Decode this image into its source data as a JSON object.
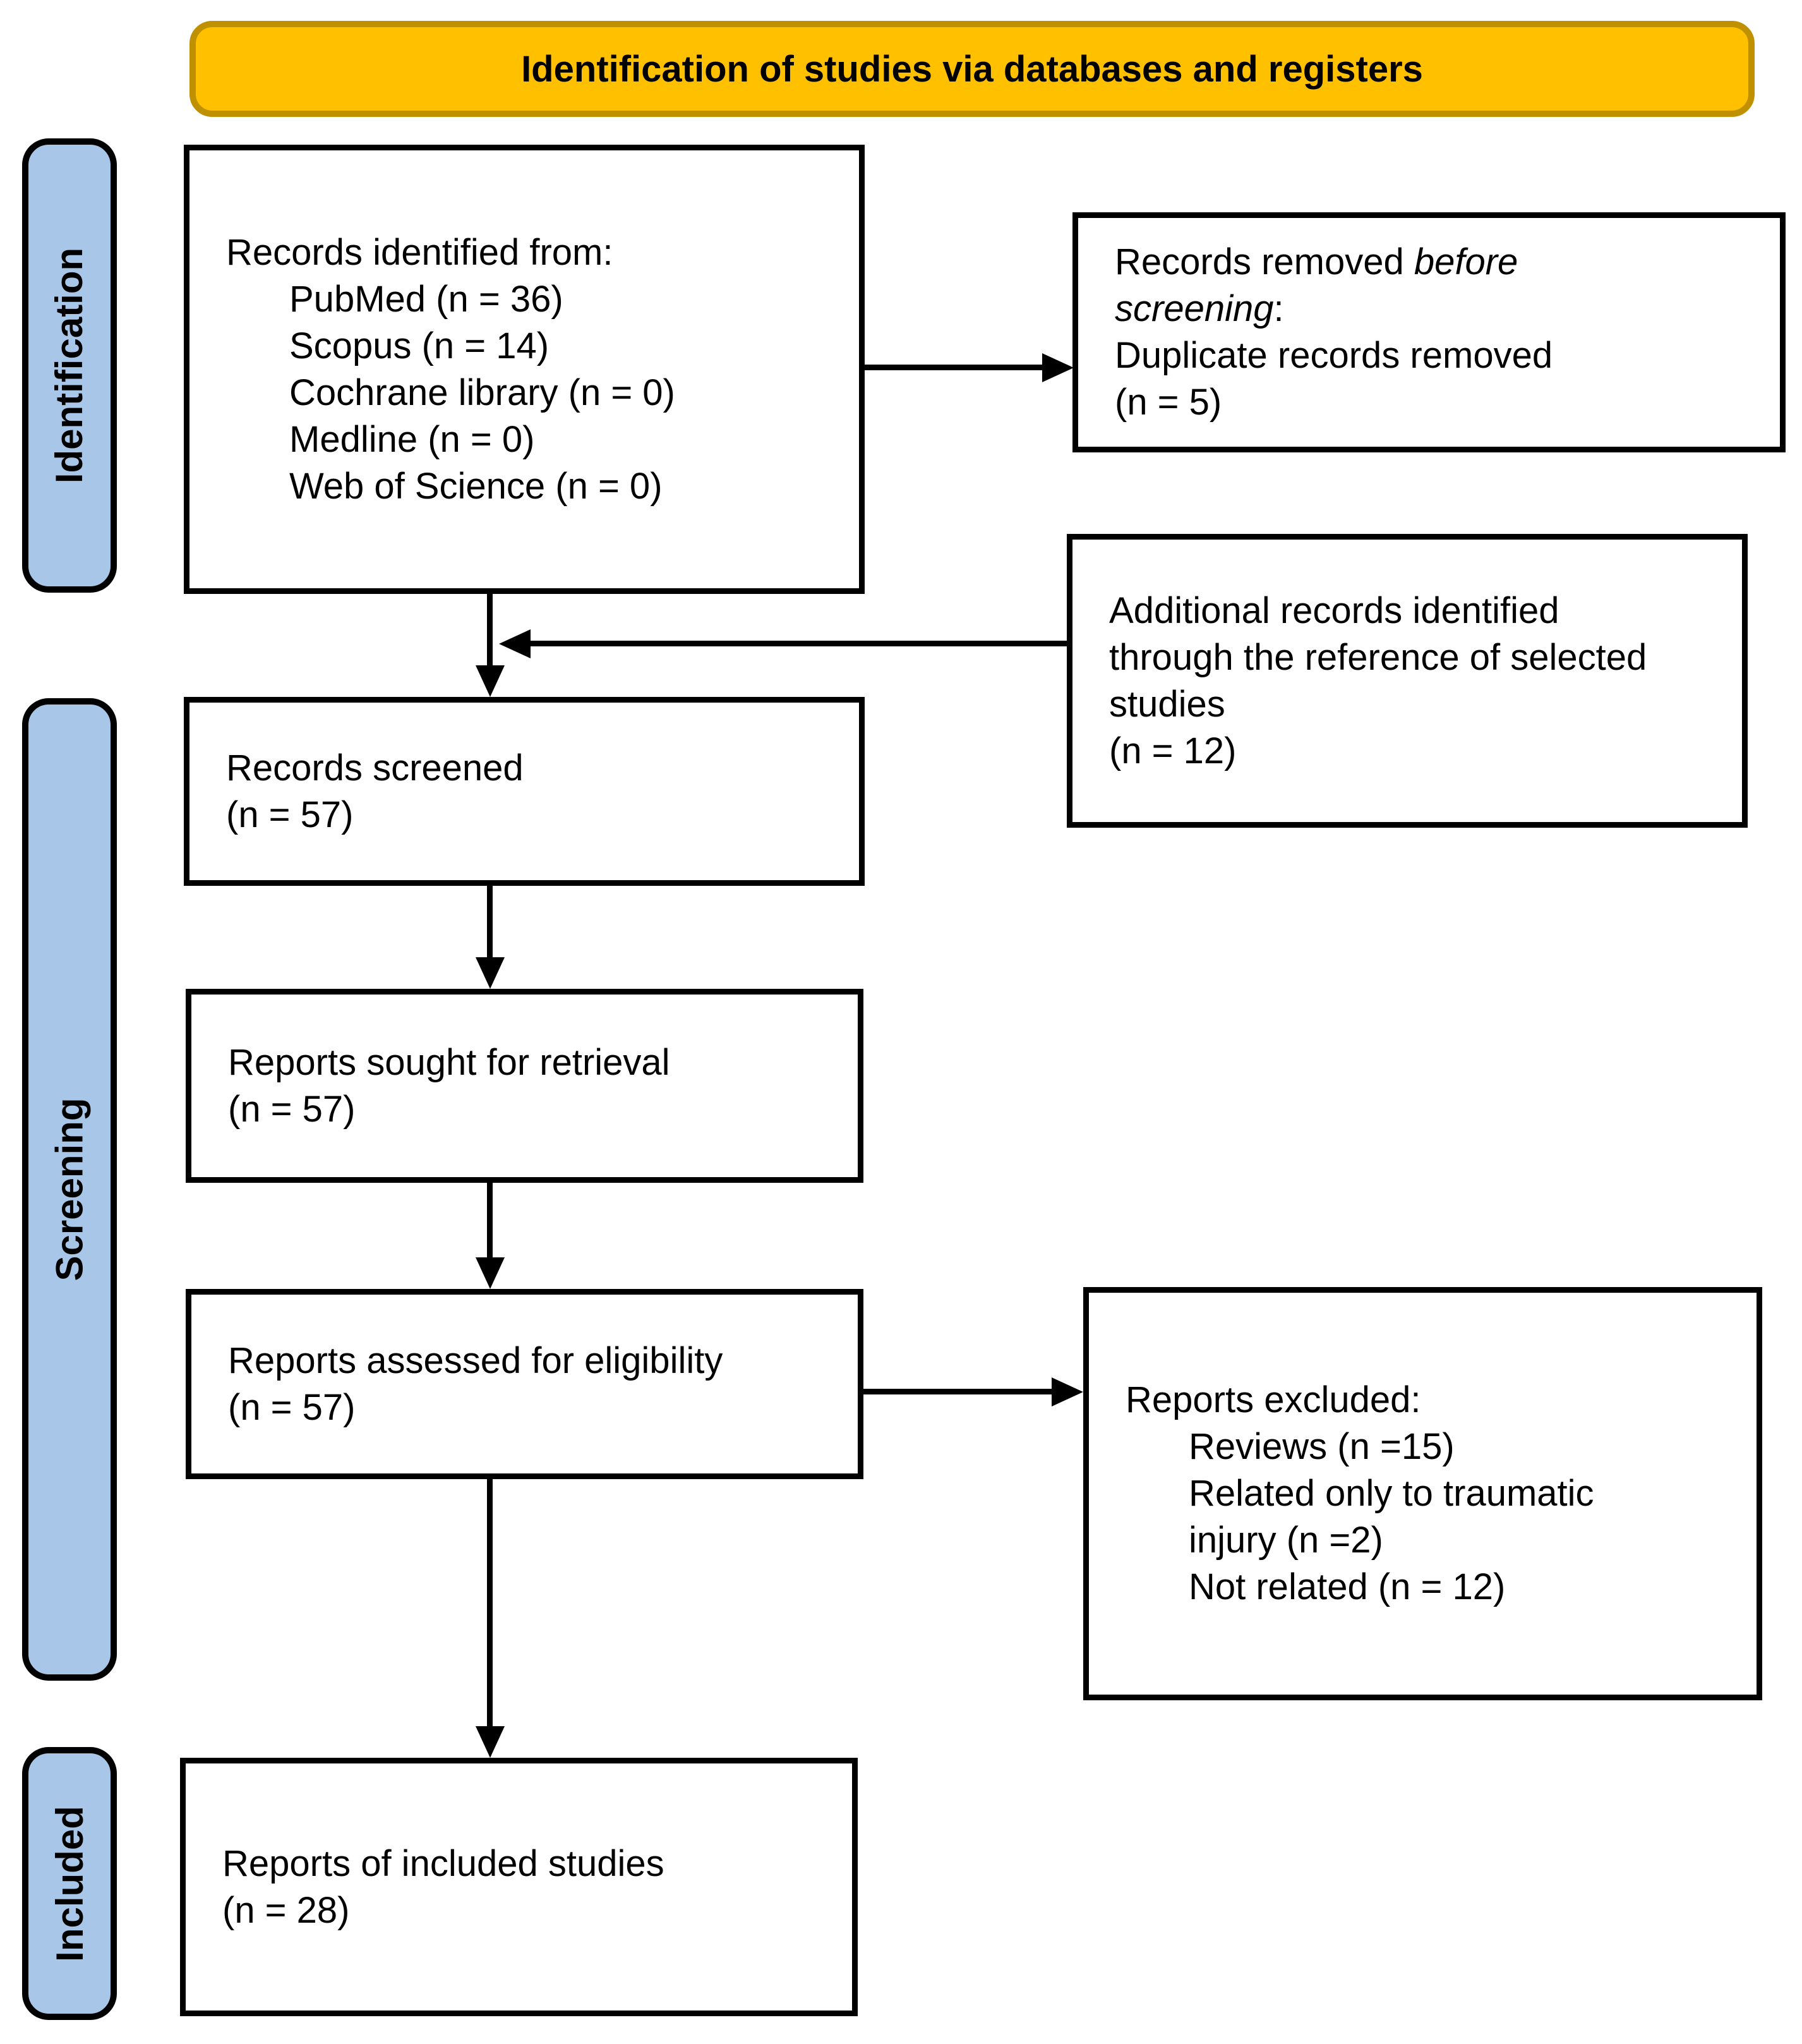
{
  "title": "Identification of studies via databases and registers",
  "sidebar": {
    "identification": "Identification",
    "screening": "Screening",
    "included": "Included"
  },
  "boxes": {
    "records_identified": {
      "intro": "Records identified from:",
      "items": [
        "PubMed (n = 36)",
        "Scopus (n = 14)",
        "Cochrane library (n = 0)",
        "Medline (n = 0)",
        "Web of Science (n = 0)"
      ]
    },
    "records_removed": {
      "line1_normal": "Records removed ",
      "line1_italic": "before",
      "line2_italic": "screening",
      "line2_normal": ":",
      "line3": "Duplicate records removed",
      "line4": "(n = 5)"
    },
    "additional_records": {
      "lines": [
        "Additional records identified",
        "through the reference of selected",
        "studies",
        "(n = 12)"
      ]
    },
    "records_screened": {
      "line1": "Records screened",
      "line2": "(n = 57)"
    },
    "reports_sought": {
      "line1": "Reports sought for retrieval",
      "line2": "(n = 57)"
    },
    "reports_assessed": {
      "line1": "Reports assessed for eligibility",
      "line2": "(n = 57)"
    },
    "reports_excluded": {
      "intro": "Reports excluded:",
      "items": [
        "Reviews (n =15)",
        "Related only to traumatic",
        "injury (n =2)",
        "Not related (n = 12)"
      ]
    },
    "reports_included": {
      "line1": "Reports of included studies",
      "line2": "(n = 28)"
    }
  },
  "colors": {
    "banner_fill": "#FFC000",
    "banner_border": "#BF9000",
    "stage_fill": "#A8C6E8",
    "box_border": "#000000"
  }
}
